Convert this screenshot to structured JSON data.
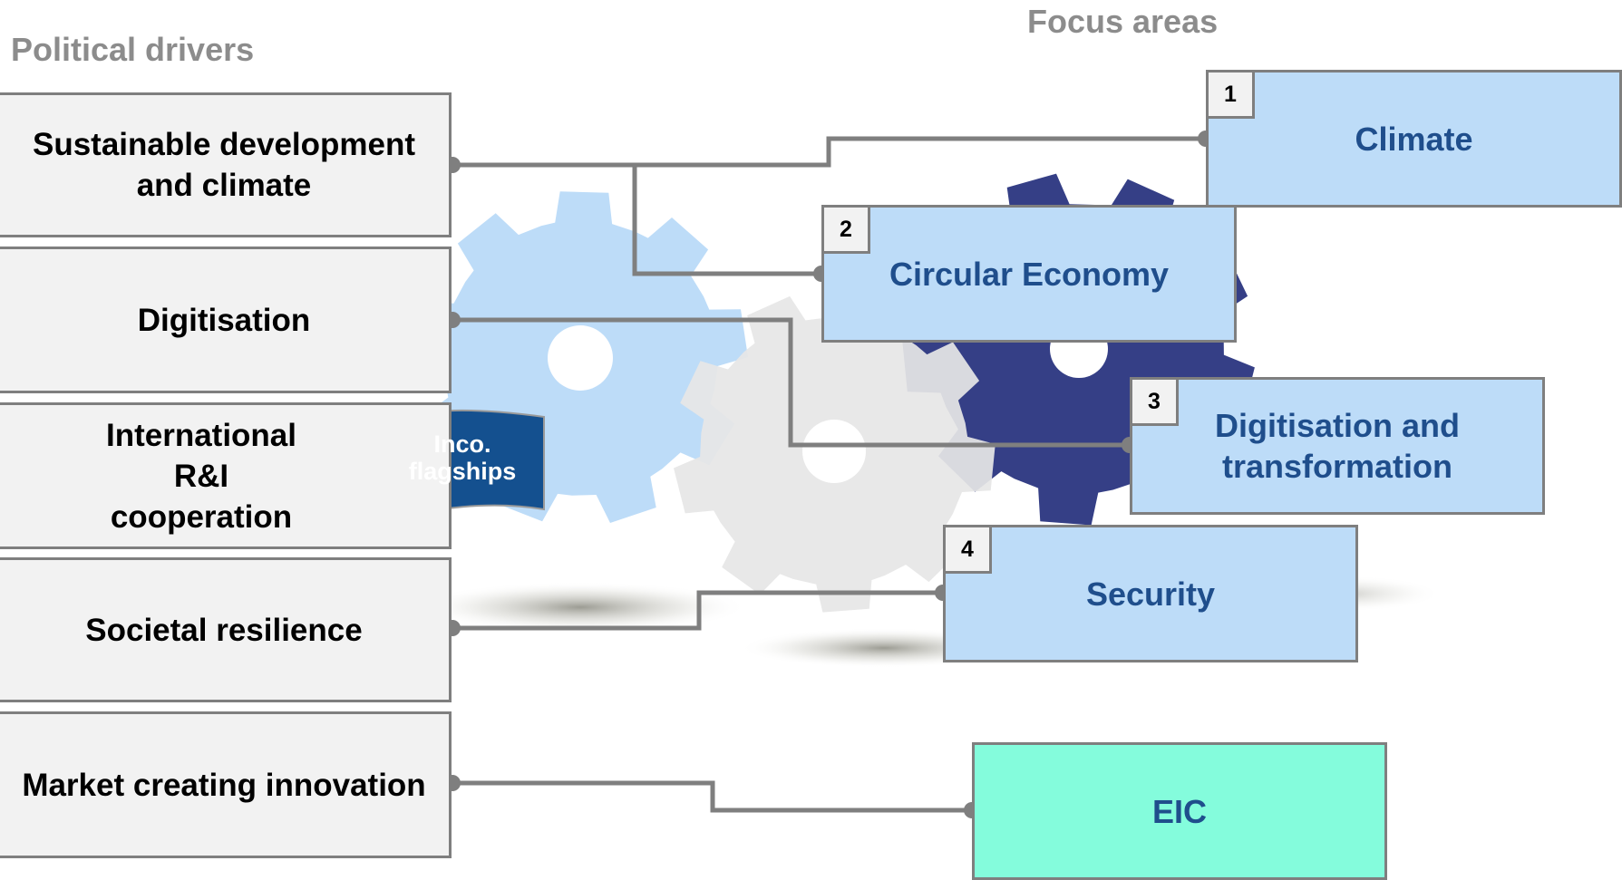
{
  "headers": {
    "political_drivers": "Political drivers",
    "focus_areas": "Focus areas"
  },
  "drivers": [
    {
      "label": "Sustainable development and climate"
    },
    {
      "label": "Digitisation"
    },
    {
      "label": "International R&I cooperation"
    },
    {
      "label": "Societal resilience"
    },
    {
      "label": "Market creating innovation"
    }
  ],
  "focus_areas": [
    {
      "number": "1",
      "label": "Climate"
    },
    {
      "number": "2",
      "label": "Circular Economy"
    },
    {
      "number": "3",
      "label": "Digitisation and transformation"
    },
    {
      "number": "4",
      "label": "Security"
    },
    {
      "number": "",
      "label": "EIC"
    }
  ],
  "flag": {
    "label": "Inco. flagships"
  },
  "colors": {
    "driver_fill": "#f2f2f2",
    "focus_fill": "#bddcf8",
    "eic_fill": "#84fcdc",
    "focus_text": "#1f4e8c",
    "header_text": "#8c8c8c",
    "connector": "#7f7f7f",
    "gear_light_blue": "#bddcf8",
    "gear_grey": "#e6e6e6",
    "gear_dark_blue": "#353f86",
    "flag_fill": "#14508f"
  },
  "connections": [
    {
      "from": "Sustainable development and climate",
      "to": "Climate"
    },
    {
      "from": "Sustainable development and climate",
      "to": "Circular Economy"
    },
    {
      "from": "Digitisation",
      "to": "Digitisation and transformation"
    },
    {
      "from": "Societal resilience",
      "to": "Security"
    },
    {
      "from": "Market creating innovation",
      "to": "EIC"
    }
  ]
}
